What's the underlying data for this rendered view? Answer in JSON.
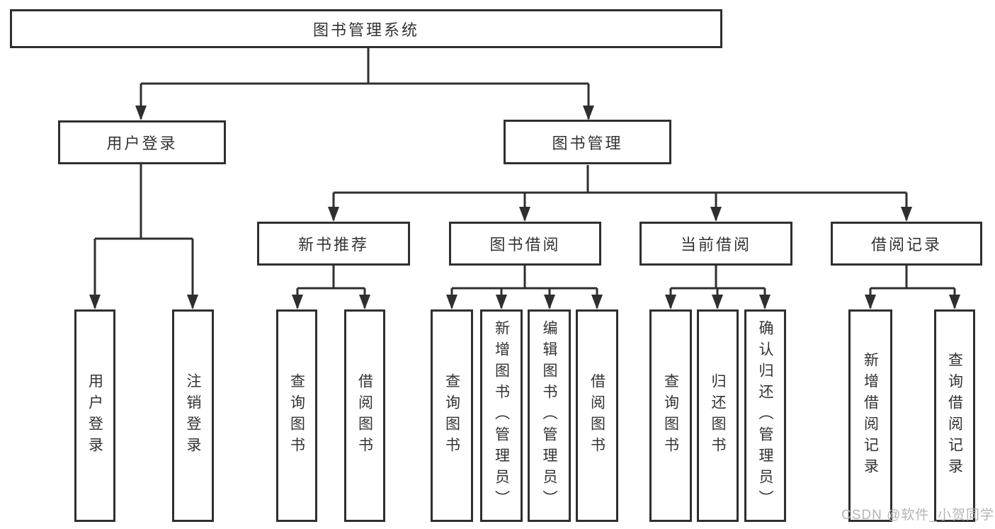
{
  "diagram": {
    "root": {
      "label": "图书管理系统"
    },
    "branches": [
      {
        "label": "用户登录",
        "children": [
          "用户登录",
          "注销登录"
        ]
      },
      {
        "label": "图书管理",
        "children": [
          {
            "label": "新书推荐",
            "children": [
              "查询图书",
              "借阅图书"
            ]
          },
          {
            "label": "图书借阅",
            "children": [
              "查询图书",
              "新增图书（管理员）",
              "编辑图书（管理员）",
              "借阅图书"
            ]
          },
          {
            "label": "当前借阅",
            "children": [
              "查询图书",
              "归还图书",
              "确认归还（管理员）"
            ]
          },
          {
            "label": "借阅记录",
            "children": [
              "新增借阅记录",
              "查询借阅记录"
            ]
          }
        ]
      }
    ],
    "watermark": "CSDN @软件_小贺同学",
    "colors": {
      "line": "#2f2f2f",
      "text": "#333333",
      "watermark": "#b5b5b5",
      "background": "#ffffff"
    }
  }
}
